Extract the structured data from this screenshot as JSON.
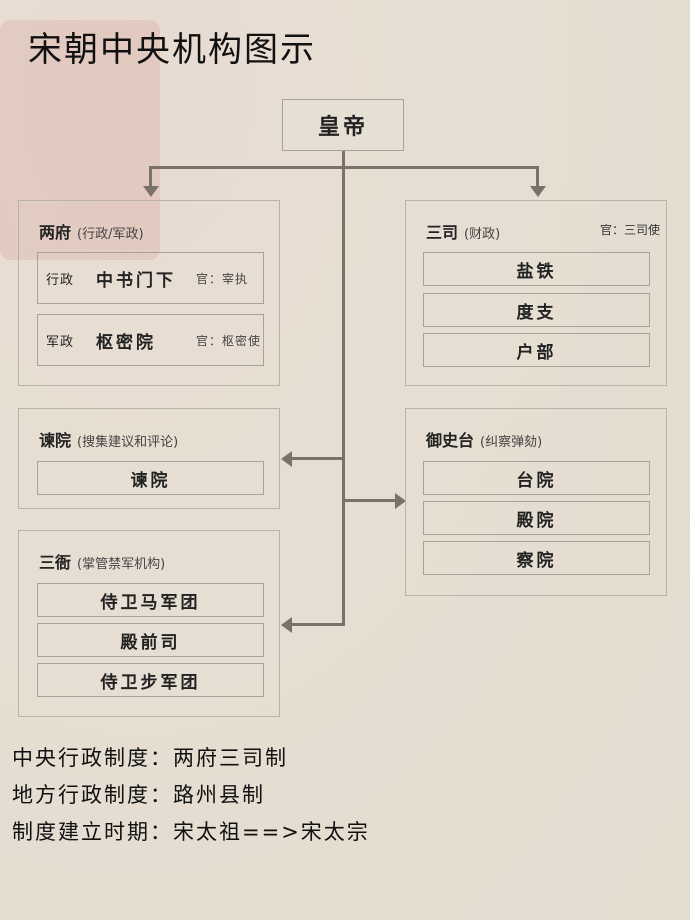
{
  "title": "宋朝中央机构图示",
  "emperor": "皇帝",
  "liangfu": {
    "name": "两府",
    "note": "(行政/军政)",
    "rows": [
      {
        "label": "行政",
        "name": "中书门下",
        "official": "官：宰执"
      },
      {
        "label": "军政",
        "name": "枢密院",
        "official": "官：枢密使"
      }
    ]
  },
  "sansi": {
    "name": "三司",
    "note": "(财政)",
    "official": "官：三司使",
    "items": [
      "盐铁",
      "度支",
      "户部"
    ]
  },
  "jianyuan": {
    "name": "谏院",
    "note": "(搜集建议和评论)",
    "items": [
      "谏院"
    ]
  },
  "yushitai": {
    "name": "御史台",
    "note": "(纠察弹劾)",
    "items": [
      "台院",
      "殿院",
      "察院"
    ]
  },
  "sanya": {
    "name": "三衙",
    "note": "(掌管禁军机构)",
    "items": [
      "侍卫马军团",
      "殿前司",
      "侍卫步军团"
    ]
  },
  "footer": [
    "中央行政制度：两府三司制",
    "地方行政制度：路州县制",
    "制度建立时期：宋太祖==>宋太宗"
  ]
}
